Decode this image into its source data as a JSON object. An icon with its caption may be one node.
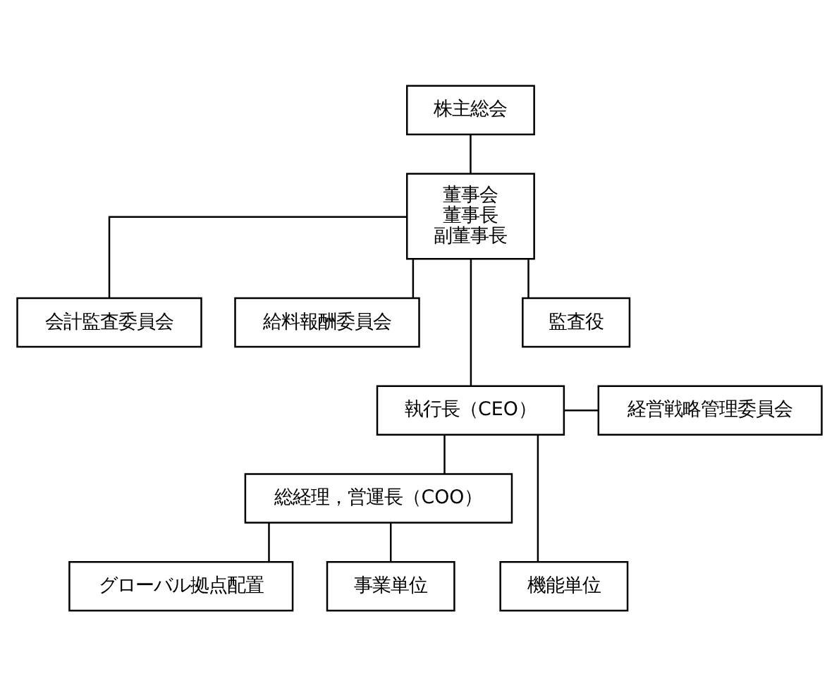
{
  "diagram": {
    "nodes": [
      {
        "text": [
          "株主総会"
        ]
      },
      {
        "text": [
          "董事会",
          "董事長",
          "副董事長"
        ]
      },
      {
        "text": [
          "会計監査委員会"
        ]
      },
      {
        "text": [
          "給料報酬委員会"
        ]
      },
      {
        "text": [
          "監査役"
        ]
      },
      {
        "text": [
          "執行長（CEO）"
        ]
      },
      {
        "text": [
          "経営戦略管理委員会"
        ]
      },
      {
        "text": [
          "総経理，営運長（COO）"
        ]
      },
      {
        "text": [
          "グローバル拠点配置"
        ]
      },
      {
        "text": [
          "事業単位"
        ]
      },
      {
        "text": [
          "機能単位"
        ]
      }
    ],
    "edges": [
      {
        "from": 0,
        "to": 1,
        "arrow": "none"
      },
      {
        "from": 1,
        "to": 2,
        "arrow": "none"
      },
      {
        "from": 1,
        "to": 3,
        "arrow": "none"
      },
      {
        "from": 1,
        "to": 5,
        "arrow": "none"
      },
      {
        "from": 1,
        "to": 4,
        "arrow": "none"
      },
      {
        "from": 5,
        "to": 6,
        "arrow": "none"
      },
      {
        "from": 5,
        "to": 7,
        "arrow": "none"
      },
      {
        "from": 5,
        "to": 10,
        "arrow": "none"
      },
      {
        "from": 7,
        "to": 8,
        "arrow": "none"
      },
      {
        "from": 7,
        "to": 9,
        "arrow": "none"
      }
    ]
  }
}
